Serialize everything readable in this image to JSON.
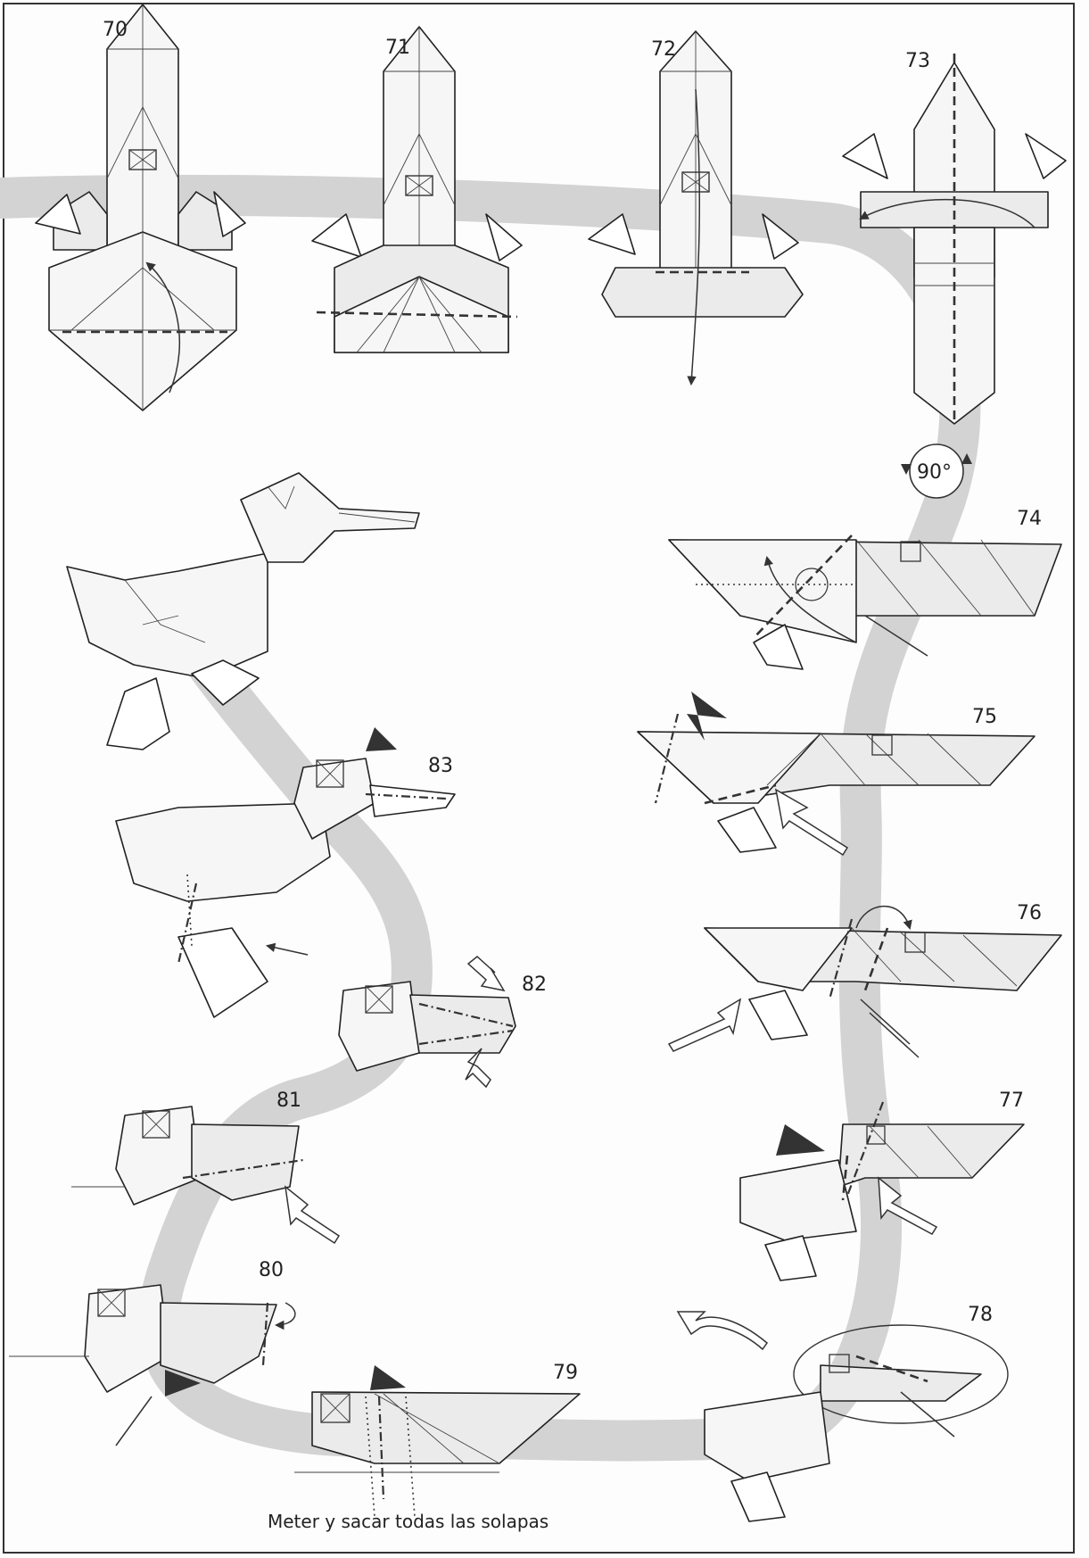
{
  "steps": [
    "70",
    "71",
    "72",
    "73",
    "74",
    "75",
    "76",
    "77",
    "78",
    "79",
    "80",
    "81",
    "82",
    "83"
  ],
  "rotation_symbol": "90°",
  "caption": "Meter y sacar todas las solapas"
}
